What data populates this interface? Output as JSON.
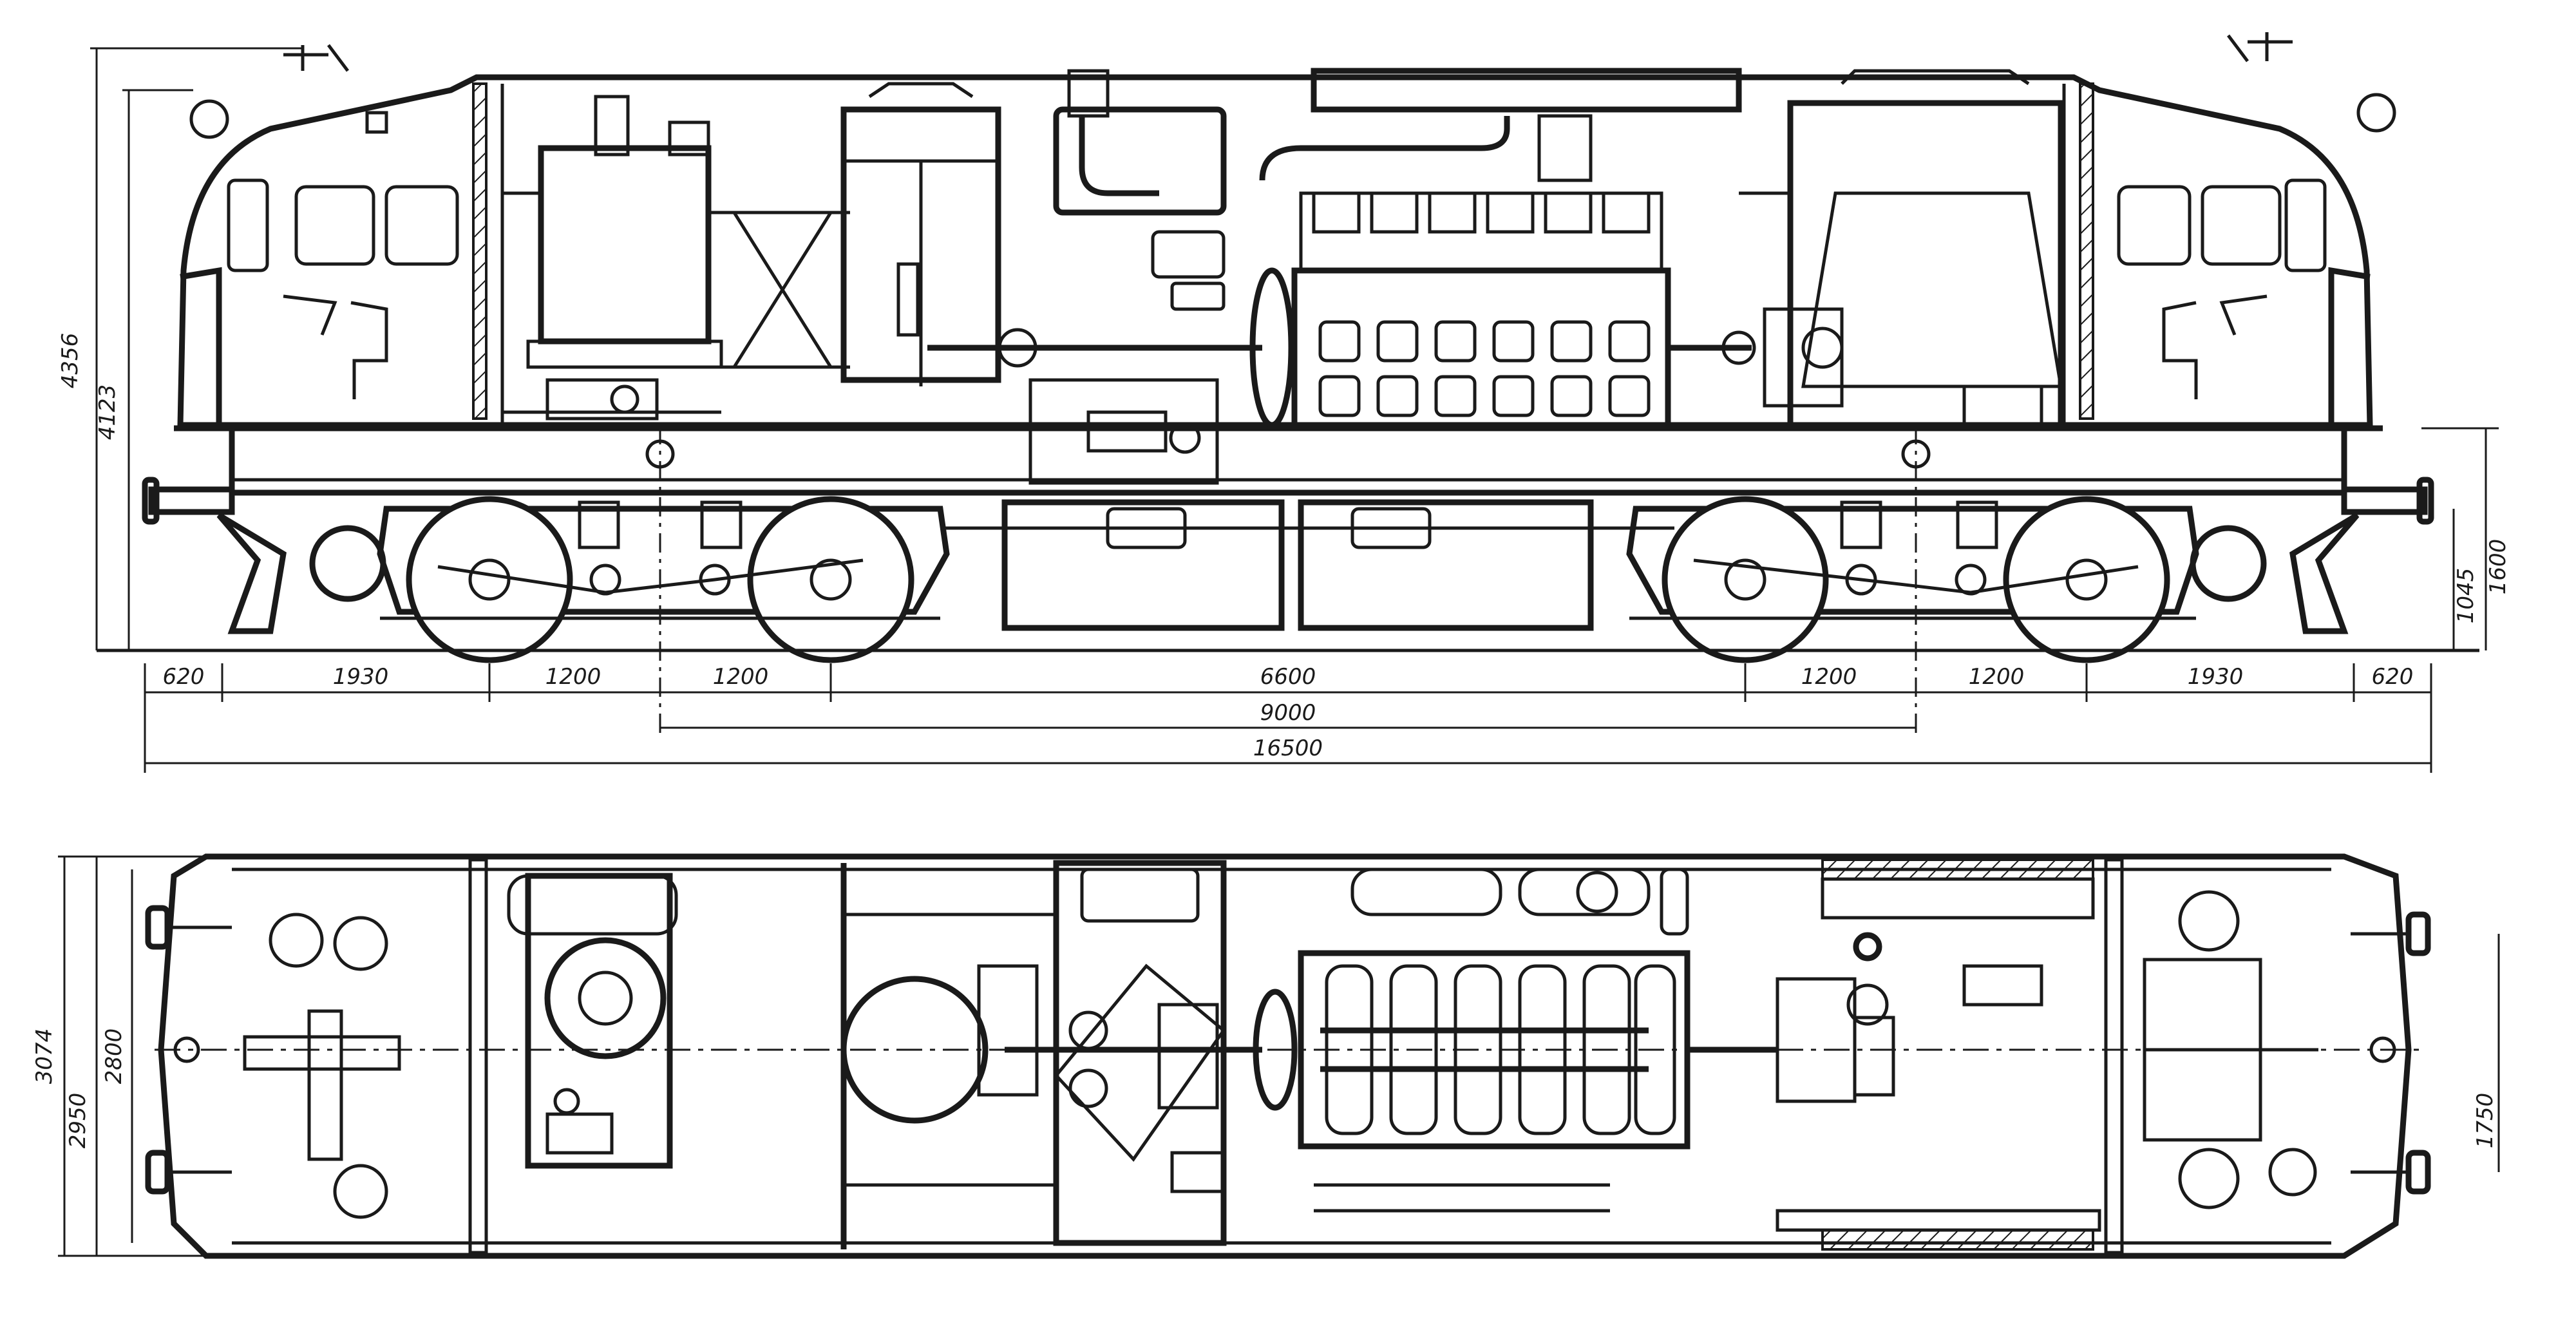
{
  "side_view": {
    "dims_horizontal": {
      "a": "620",
      "b": "1930",
      "c": "1200",
      "d": "1200",
      "e": "6600",
      "f": "1200",
      "g": "1200",
      "h": "1930",
      "i": "620",
      "wheelbase": "9000",
      "overall_length": "16500"
    },
    "dims_vertical": {
      "overall_height": "4356",
      "cab_height": "4123",
      "buffer_height": "1045",
      "frame_height": "1600"
    }
  },
  "plan_view": {
    "dims_vertical": {
      "overall_width": "3074",
      "body_width": "2950",
      "frame_width": "2800",
      "buffer_spacing": "1750"
    }
  }
}
